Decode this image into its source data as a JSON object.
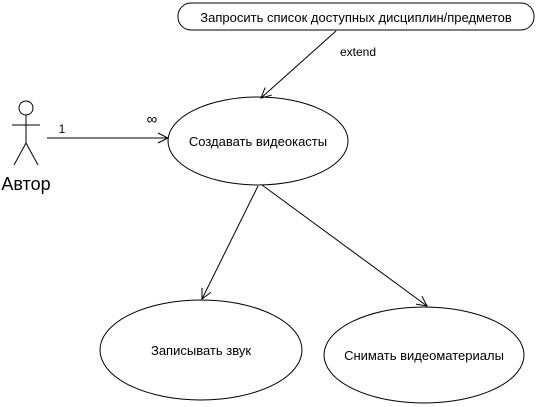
{
  "diagram": {
    "actor": {
      "name": "Автор",
      "icon": "stick-figure-icon"
    },
    "use_cases": {
      "request_list": "Запросить список доступных дисциплин/предметов",
      "create_videocasts": "Создавать видеокасты",
      "record_sound": "Записывать звук",
      "shoot_video": "Снимать видеоматериалы"
    },
    "relations": {
      "extend": "extend",
      "multiplicity_actor": "1",
      "multiplicity_usecase": "∞"
    },
    "colors": {
      "stroke": "#000000",
      "background": "#ffffff",
      "text": "#000000"
    }
  }
}
